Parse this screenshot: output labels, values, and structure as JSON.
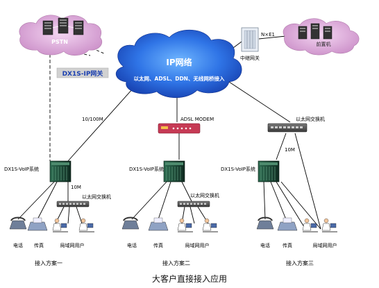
{
  "diagram": {
    "title": "大客户直接接入应用",
    "pstn_label": "PSTN",
    "gateway_tag": "DX1S-IP网关",
    "ip_cloud_title": "IP网络",
    "ip_cloud_subtitle": "以太网、ADSL、DDN、无线网桥接入",
    "trunk_label": "N×E1",
    "relay_gw_label": "中继网关",
    "front_label": "前置机",
    "link_speed_1": "10/100M",
    "adsl_label": "ADSL MODEM",
    "ether_switch_top": "以太网交换机",
    "link_speed_3": "10M",
    "schemes": [
      {
        "system_label": "DX1S-VoIP系统",
        "speed": "10M",
        "switch_label": "以太网交换机",
        "phone": "电话",
        "fax": "传真",
        "lan": "局域网用户",
        "name": "接入方案一"
      },
      {
        "system_label": "DX1S-VoIP系统",
        "switch_label": "以太网交换机",
        "phone": "电话",
        "fax": "传真",
        "lan": "局域网用户",
        "name": "接入方案二"
      },
      {
        "system_label": "DX1S-VoIP系统",
        "phone": "电话",
        "fax": "传真",
        "lan": "局域网用户",
        "name": "接入方案三"
      }
    ]
  },
  "colors": {
    "cloud_blue": "#1f57d6",
    "cloud_pink": "#d99fd6",
    "cabinet_green": "#1e4f3a",
    "modem_red": "#c0304a",
    "gateway_tag_bg": "#cfcfcf",
    "link": "#000000"
  }
}
